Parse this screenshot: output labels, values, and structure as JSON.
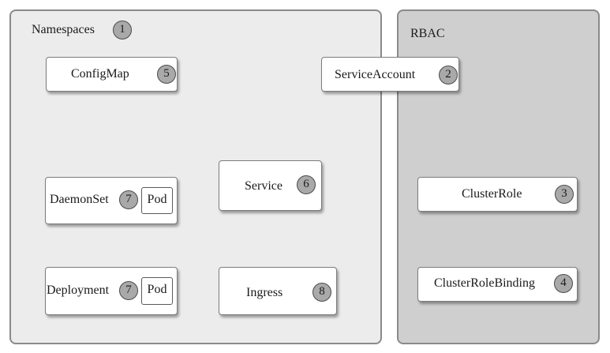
{
  "regions": {
    "namespaces": {
      "label": "Namespaces",
      "number": "1"
    },
    "rbac": {
      "label": "RBAC"
    }
  },
  "nodes": {
    "configmap": {
      "label": "ConfigMap",
      "number": "5"
    },
    "serviceaccount": {
      "label": "ServiceAccount",
      "number": "2"
    },
    "daemonset": {
      "label": "DaemonSet",
      "number": "7",
      "child": "Pod"
    },
    "service": {
      "label": "Service",
      "number": "6"
    },
    "clusterrole": {
      "label": "ClusterRole",
      "number": "3"
    },
    "deployment": {
      "label": "Deployment",
      "number": "7",
      "child": "Pod"
    },
    "ingress": {
      "label": "Ingress",
      "number": "8"
    },
    "clusterrolebinding": {
      "label": "ClusterRoleBinding",
      "number": "4"
    }
  }
}
